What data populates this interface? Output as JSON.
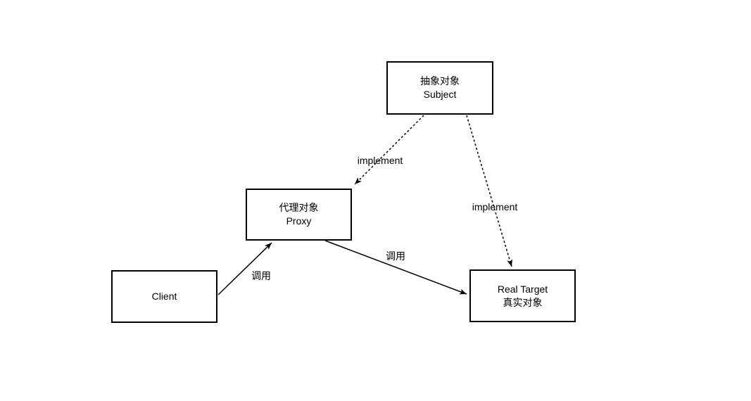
{
  "diagram": {
    "title": "Proxy pattern diagram",
    "colors": {
      "background": "#ffffff",
      "node_fill": "#ffffff",
      "stroke": "#000000",
      "text": "#000000"
    },
    "nodes": {
      "subject": {
        "line1": "抽象对象",
        "line2": "Subject"
      },
      "proxy": {
        "line1": "代理对象",
        "line2": "Proxy"
      },
      "client": {
        "line1": "Client"
      },
      "real_target": {
        "line1": "Real Target",
        "line2": "真实对象"
      }
    },
    "edges": {
      "subject_to_proxy": {
        "from": "subject",
        "to": "proxy",
        "label": "implement",
        "style": "dashed"
      },
      "subject_to_real_target": {
        "from": "subject",
        "to": "real_target",
        "label": "implement",
        "style": "dashed"
      },
      "client_to_proxy": {
        "from": "client",
        "to": "proxy",
        "label": "调用",
        "style": "solid"
      },
      "proxy_to_real_target": {
        "from": "proxy",
        "to": "real_target",
        "label": "调用",
        "style": "solid"
      }
    }
  }
}
